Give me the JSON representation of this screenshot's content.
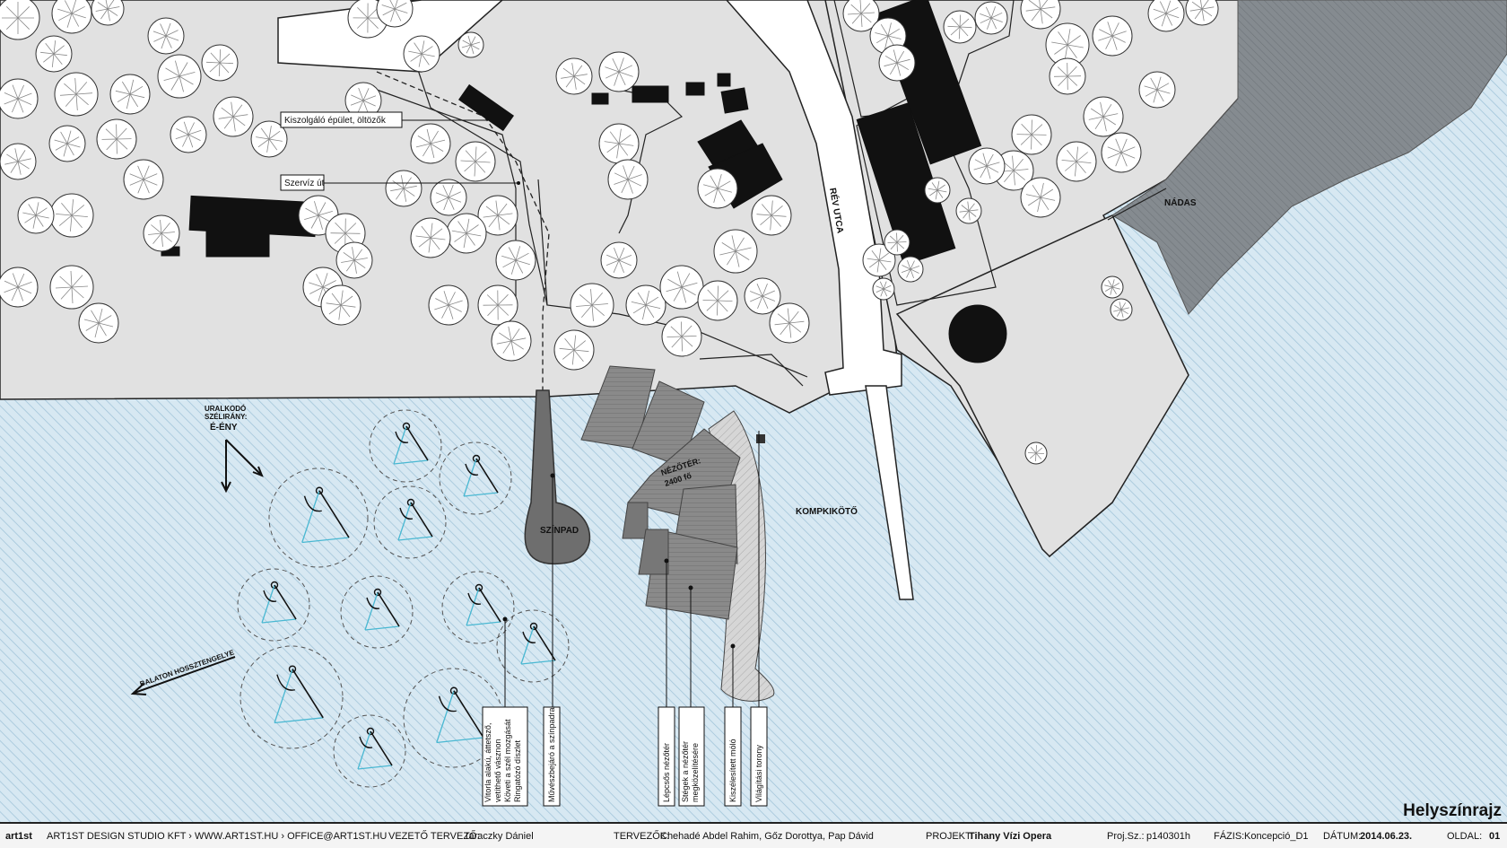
{
  "drawing": {
    "labels": {
      "service_building": "Kiszolgáló épület, öltözők",
      "service_road": "Szervíz út",
      "street": "RÉV UTCA",
      "reeds": "NÁDAS",
      "wind_line1": "URALKODÓ",
      "wind_line2": "SZÉLIRÁNY:",
      "wind_line3": "É-ÉNY",
      "stage": "SZÍNPAD",
      "auditorium_line1": "NÉZŐTÉR:",
      "auditorium_line2": "2400 fő",
      "ferry": "KOMPKIKÖTŐ",
      "balaton_axis": "BALATON HOSSZTENGELYE"
    },
    "callouts": {
      "sails": [
        "Vitorla alakú, áttetsző,",
        "vetíthető vásznon",
        "Követi a szél mozgását",
        "Ringatózó díszlet"
      ],
      "walkway": "Művészbejáró a színpadra",
      "stepped": "Lépcsős nézőtér",
      "rafts": [
        "Stégek a nézőtér",
        "megközelítésére"
      ],
      "pier": "Kiszélesített móló",
      "tower": "Világítási torony"
    },
    "sheet_title": "Helyszínrajz"
  },
  "title_block": {
    "logo": "art1st",
    "studio": "ART1ST DESIGN STUDIO KFT › WWW.ART1ST.HU › OFFICE@ART1ST.HU",
    "lead_label": "VEZETŐ TERVEZŐ:",
    "lead_value": "Taraczky Dániel",
    "designers_label": "TERVEZŐK:",
    "designers_value": "Chehadé Abdel Rahim, Gőz Dorottya, Pap Dávid",
    "project_label": "PROJEKT:",
    "project_value": "Tihany Vízi Opera",
    "projnum_label": "Proj.Sz.:",
    "projnum_value": "p140301h",
    "phase_label": "FÁZIS:",
    "phase_value": "Koncepció_D1",
    "date_label": "DÁTUM:",
    "date_value": "2014.06.23.",
    "page_label": "OLDAL:",
    "page_value": "01"
  },
  "colors": {
    "water": "#cfe3ef",
    "land": "#e1e1e1",
    "building": "#111111",
    "stage": "#6e6e6e",
    "reeds": "#858b90",
    "sail_line": "#49b8d2"
  }
}
